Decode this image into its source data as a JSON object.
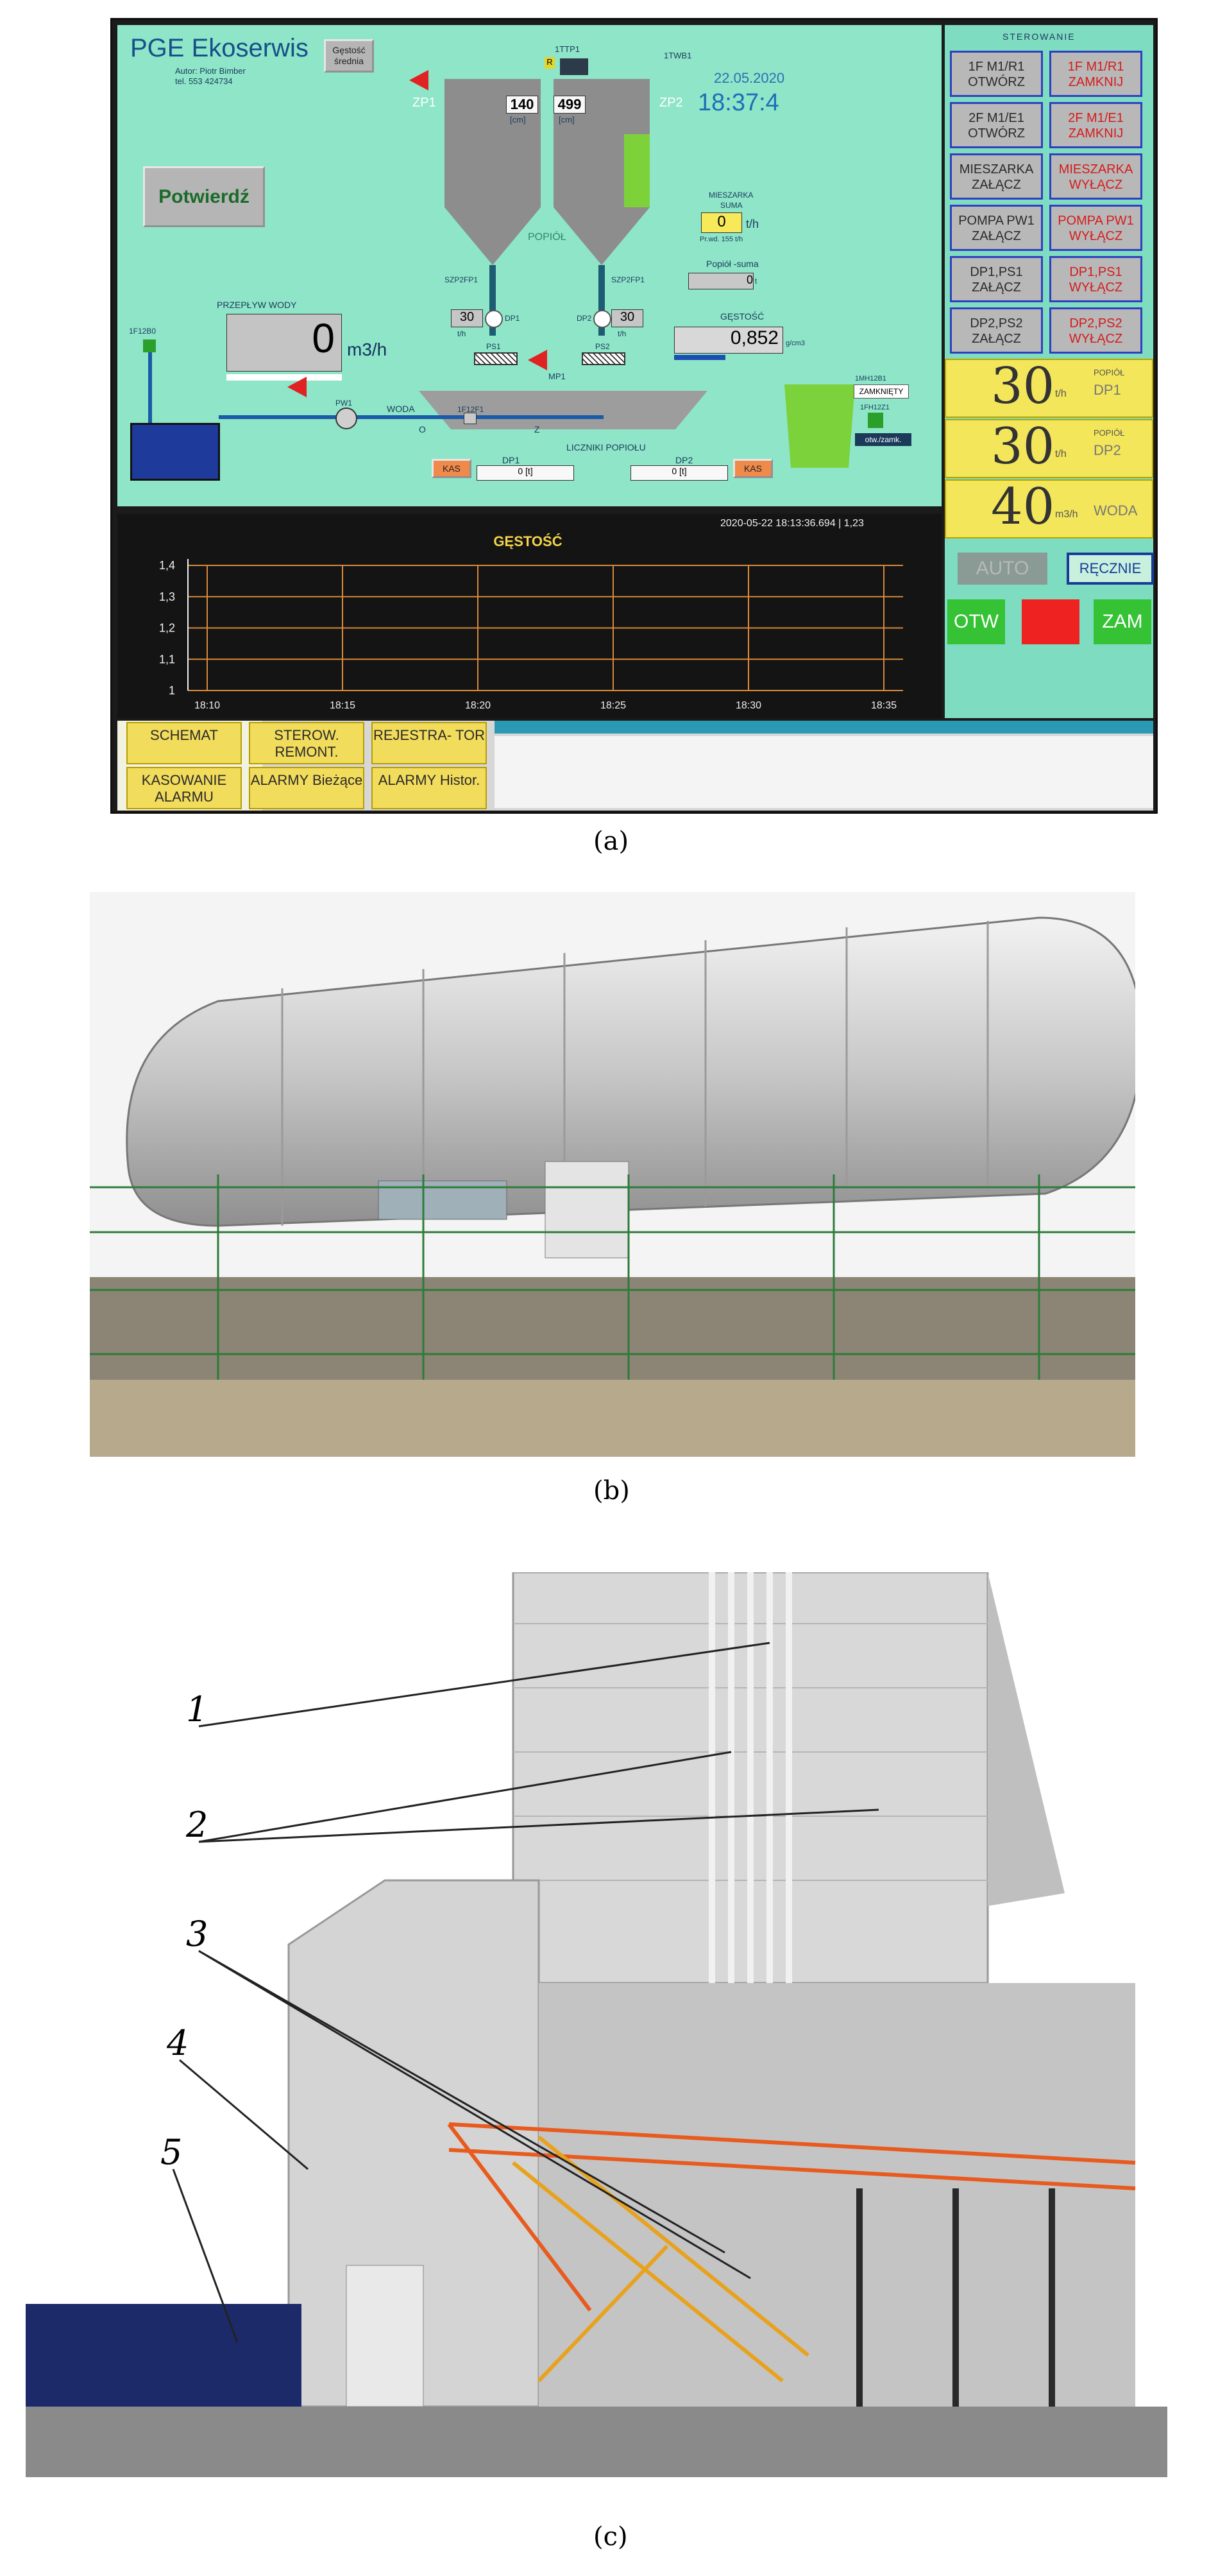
{
  "panel_a": {
    "brand": "PGE Ekoserwis",
    "brand_sub1": "Autor: Piotr Bimber",
    "brand_sub2": "tel. 553 424734",
    "density_btn": "Gęstość średnia",
    "confirm_btn": "Potwierdź",
    "date": "22.05.2020",
    "time": "18:37:4",
    "silo1_label": "ZP1",
    "silo2_label": "ZP2",
    "silo1_value": "140",
    "silo2_value": "499",
    "unit_cm": "[cm]",
    "top_label1": "1TTP1",
    "top_label2": "1TWB1",
    "r_badge": "R",
    "valve_label1": "SZP2FP1",
    "valve_label2": "SZP2FP1",
    "ash_label": "POPIÓŁ",
    "mixer_label": "MIESZARKA",
    "mixer_sum": "SUMA",
    "mixer_value": "0",
    "mixer_unit": "t/h",
    "mixer_small": "Pr.wd. 155 t/h",
    "ash_sum_label": "Popiół -suma",
    "ash_sum_value": "0",
    "ash_sum_unit": "t",
    "flow_label": "PRZEPŁYW WODY",
    "flow_value": "0",
    "flow_unit": "m3/h",
    "water_label": "WODA",
    "pump_label": "PW1",
    "valve_left": "1F12B0",
    "valve_mid": "1F12F1",
    "feeder1_value": "30",
    "feeder2_value": "30",
    "feeder_unit": "t/h",
    "feeder1_tag": "DP1",
    "feeder2_tag": "DP2",
    "ps1": "PS1",
    "ps2": "PS2",
    "mp1": "MP1",
    "density_label": "GĘSTOŚĆ",
    "density_value": "0,852",
    "density_unit": "g/cm3",
    "counters_label": "LICZNIKI POPIOŁU",
    "dp1": "DP1",
    "dp2": "DP2",
    "counter1": "0 [t]",
    "counter2": "0 [t]",
    "kas_btn": "KAS",
    "closed_label": "ZAMKNIĘTY",
    "valve_right1": "1MH12B1",
    "valve_right2": "1FH12Z1",
    "open_close_label": "otw./zamk.",
    "o_label": "O",
    "z_label": "Z",
    "timestamp": "2020-05-22 18:13:36.694 | 1,23",
    "chart_title": "GĘSTOŚĆ",
    "side": {
      "title": "STEROWANIE",
      "rows": [
        {
          "left": "1F M1/R1 OTWÓRZ",
          "right": "1F M1/R1 ZAMKNIJ"
        },
        {
          "left": "2F M1/E1 OTWÓRZ",
          "right": "2F M1/E1 ZAMKNIJ"
        },
        {
          "left": "MIESZARKA ZAŁĄCZ",
          "right": "MIESZARKA WYŁĄCZ"
        },
        {
          "left": "POMPA PW1 ZAŁĄCZ",
          "right": "POMPA PW1 WYŁĄCZ"
        },
        {
          "left": "DP1,PS1 ZAŁĄCZ",
          "right": "DP1,PS1 WYŁĄCZ"
        },
        {
          "left": "DP2,PS2 ZAŁĄCZ",
          "right": "DP2,PS2 WYŁĄCZ"
        }
      ],
      "setpoints": [
        {
          "value": "30",
          "unit": "t/h",
          "tag1": "POPIÓŁ",
          "tag2": "DP1"
        },
        {
          "value": "30",
          "unit": "t/h",
          "tag1": "POPIÓŁ",
          "tag2": "DP2"
        },
        {
          "value": "40",
          "unit": "m3/h",
          "tag1": "",
          "tag2": "WODA"
        }
      ],
      "auto": "AUTO",
      "manual": "RĘCZNIE",
      "open": "OTW",
      "close": "ZAM"
    },
    "nav": [
      {
        "label": "SCHEMAT"
      },
      {
        "label": "STEROW. REMONT."
      },
      {
        "label": "REJESTRA- TOR"
      },
      {
        "label": "KASOWANIE ALARMU"
      },
      {
        "label": "ALARMY Bieżące"
      },
      {
        "label": "ALARMY Histor."
      }
    ]
  },
  "chart_data": {
    "type": "line",
    "title": "GĘSTOŚĆ",
    "x": [
      "18:10",
      "18:15",
      "18:20",
      "18:25",
      "18:30",
      "18:35"
    ],
    "y_ticks": [
      "1,4",
      "1,3",
      "1,2",
      "1,1",
      "1"
    ],
    "ylim": [
      1,
      1.4
    ],
    "grid": true,
    "series": []
  },
  "captions": {
    "a": "(a)",
    "b": "(b)",
    "c": "(c)"
  },
  "panel_c_labels": [
    "1",
    "2",
    "3",
    "4",
    "5"
  ],
  "colors": {
    "hmi_bg": "#8ee5c8",
    "side_bg": "#7edcc0",
    "yellow": "#f3e65b",
    "chart_bg": "#141414",
    "grid": "#d98a3a"
  }
}
